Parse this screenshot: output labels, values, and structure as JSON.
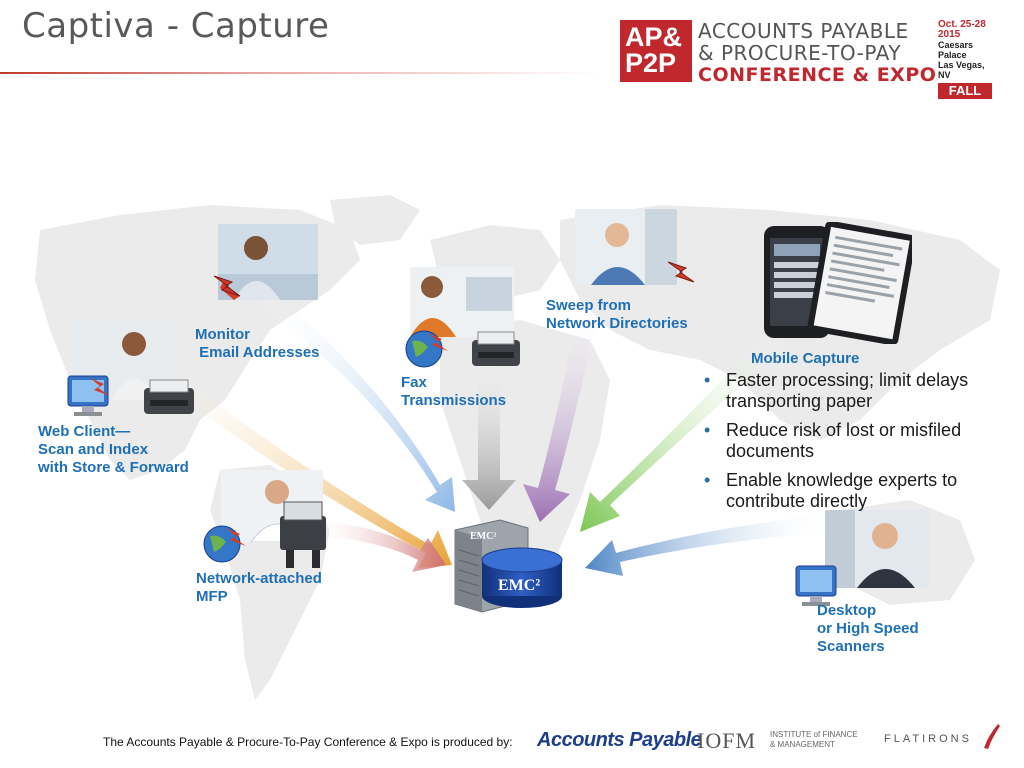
{
  "slide": {
    "title": "Captiva - Capture",
    "footer": "The Accounts Payable & Procure-To-Pay Conference & Expo is produced by:"
  },
  "conference_logo": {
    "badge_line1": "AP&",
    "badge_line2": "P2P",
    "line1": "ACCOUNTS PAYABLE",
    "line2": "& PROCURE-TO-PAY",
    "line3": "CONFERENCE & EXPO",
    "date": "Oct. 25-28",
    "year": "2015",
    "venue": "Caesars Palace",
    "city": "Las Vegas, NV",
    "season": "FALL"
  },
  "sources": {
    "web_client": "Web Client—\nScan and Index\nwith Store & Forward",
    "monitor_email": "Monitor\n Email Addresses",
    "fax": "Fax\nTransmissions",
    "sweep": "Sweep from\nNetwork Directories",
    "mobile": "Mobile Capture",
    "mfp": "Network-attached\nMFP",
    "desktop": "Desktop\nor High Speed\nScanners"
  },
  "bullets": [
    "Faster processing; limit delays transporting paper",
    "Reduce risk of lost or misfiled documents",
    "Enable knowledge experts to contribute directly"
  ],
  "hub": {
    "server_label": "EMC²",
    "db_label": "EMC²"
  },
  "sponsors": {
    "ap_logo": "Accounts Payable",
    "iofm": "IOFM",
    "iofm_sub_1": "INSTITUTE of FINANCE",
    "iofm_sub_2": "& MANAGEMENT",
    "flatirons": "FLATIRONS"
  },
  "colors": {
    "label_blue": "#1f6fb5",
    "brand_red": "#c0282e",
    "arrow_orange": "#e8a030",
    "arrow_blue": "#8fb8e6",
    "arrow_gray": "#9a9a9a",
    "arrow_purple": "#9b6fb3",
    "arrow_green": "#7cc653",
    "arrow_red": "#cf6f6f"
  }
}
